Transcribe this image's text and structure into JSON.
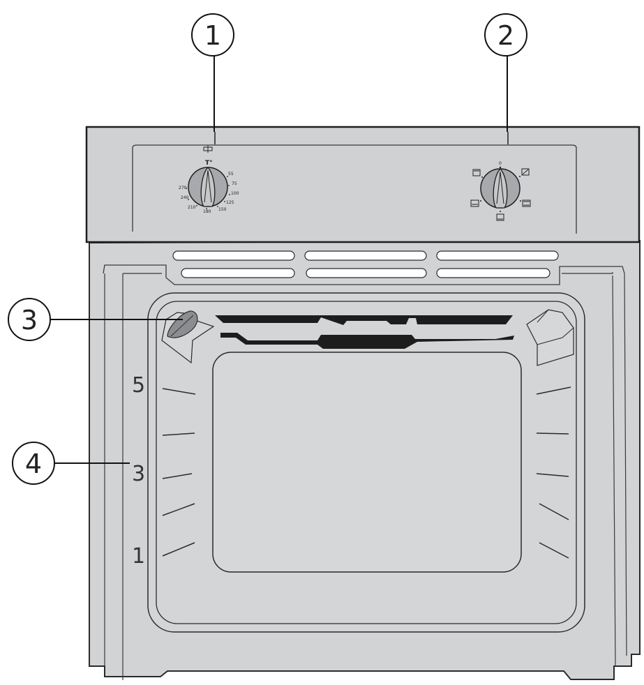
{
  "callouts": [
    {
      "id": "1",
      "label": "1"
    },
    {
      "id": "2",
      "label": "2"
    },
    {
      "id": "3",
      "label": "3"
    },
    {
      "id": "4",
      "label": "4"
    }
  ],
  "shelf_levels": [
    "5",
    "3",
    "1"
  ],
  "thermostat_knob": {
    "symbol": "T°",
    "scale": [
      "55",
      "75",
      "100",
      "125",
      "150",
      "180",
      "210",
      "240",
      "270"
    ]
  },
  "function_knob": {
    "zero": "0",
    "function_icons": [
      "top-heat-icon",
      "grill-icon",
      "top-bottom-heat-icon",
      "bottom-heat-icon",
      "oven-light-icon"
    ]
  },
  "icons": {
    "lamp_indicator": "indicator-lamp-icon"
  },
  "colors": {
    "body": "#d2d3d5",
    "panel": "#d0d1d3",
    "outline": "#2a2a2a",
    "glass": "#d6d7d9",
    "rail": "#1d1d1d",
    "slot": "#ffffff"
  }
}
